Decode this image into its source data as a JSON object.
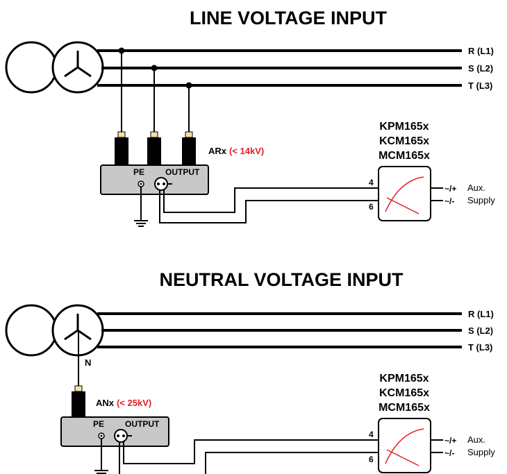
{
  "top": {
    "title": "LINE VOLTAGE INPUT",
    "phases": [
      "R (L1)",
      "S (L2)",
      "T (L3)"
    ],
    "sensor_name": "ARx",
    "sensor_rating": "(< 14kV)",
    "pe_label": "PE",
    "output_label": "OUTPUT",
    "devices": [
      "KPM165x",
      "KCM165x",
      "MCM165x"
    ],
    "pin_4": "4",
    "pin_6": "6",
    "supply_plus": "~/+",
    "supply_minus": "~/-",
    "aux_label": "Aux.",
    "supply_label": "Supply"
  },
  "bottom": {
    "title": "NEUTRAL VOLTAGE INPUT",
    "phases": [
      "R (L1)",
      "S (L2)",
      "T (L3)"
    ],
    "neutral_label": "N",
    "sensor_name": "ANx",
    "sensor_rating": "(< 25kV)",
    "pe_label": "PE",
    "output_label": "OUTPUT",
    "devices": [
      "KPM165x",
      "KCM165x",
      "MCM165x"
    ],
    "pin_4": "4",
    "pin_6": "6",
    "supply_plus": "~/+",
    "supply_minus": "~/-",
    "aux_label": "Aux.",
    "supply_label": "Supply"
  },
  "colors": {
    "rating": "#e31e24",
    "box_fill": "#c8c8c8",
    "connector": "#f4e0a0"
  }
}
